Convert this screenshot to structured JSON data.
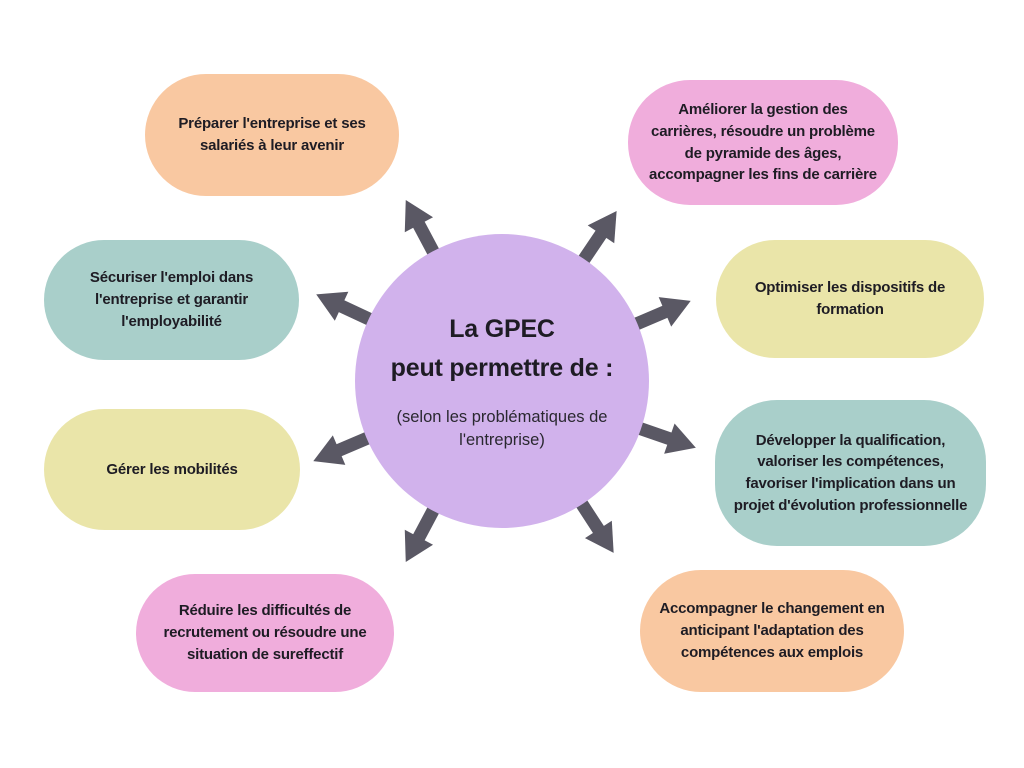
{
  "diagram": {
    "center": {
      "title": "La GPEC\npeut permettre de :",
      "subtitle": "(selon les problématiques de l'entreprise)",
      "color": "#d1b2ec"
    },
    "bubbles": [
      {
        "id": "top-left",
        "label": "Préparer l'entreprise et ses salariés à leur avenir",
        "color": "#f9c8a1"
      },
      {
        "id": "top-right",
        "label": "Améliorer la gestion des carrières, résoudre un problème de pyramide des âges, accompagner les fins de carrière",
        "color": "#f0addc"
      },
      {
        "id": "left-upper",
        "label": "Sécuriser l'emploi dans l'entreprise et garantir l'employabilité",
        "color": "#a9cfca"
      },
      {
        "id": "right-upper",
        "label": "Optimiser les dispositifs de formation",
        "color": "#eae5a9"
      },
      {
        "id": "left-lower",
        "label": "Gérer les mobilités",
        "color": "#eae5a9"
      },
      {
        "id": "right-lower",
        "label": "Développer la qualification, valoriser les compétences, favoriser l'implication dans un projet d'évolution professionnelle",
        "color": "#a9cfca"
      },
      {
        "id": "bottom-left",
        "label": "Réduire les difficultés de recrutement ou résoudre une situation de sureffectif",
        "color": "#f0addc"
      },
      {
        "id": "bottom-right",
        "label": "Accompagner le changement en anticipant l'adaptation des compétences aux emplois",
        "color": "#f9c8a1"
      }
    ],
    "arrow_color": "#5a5864"
  }
}
